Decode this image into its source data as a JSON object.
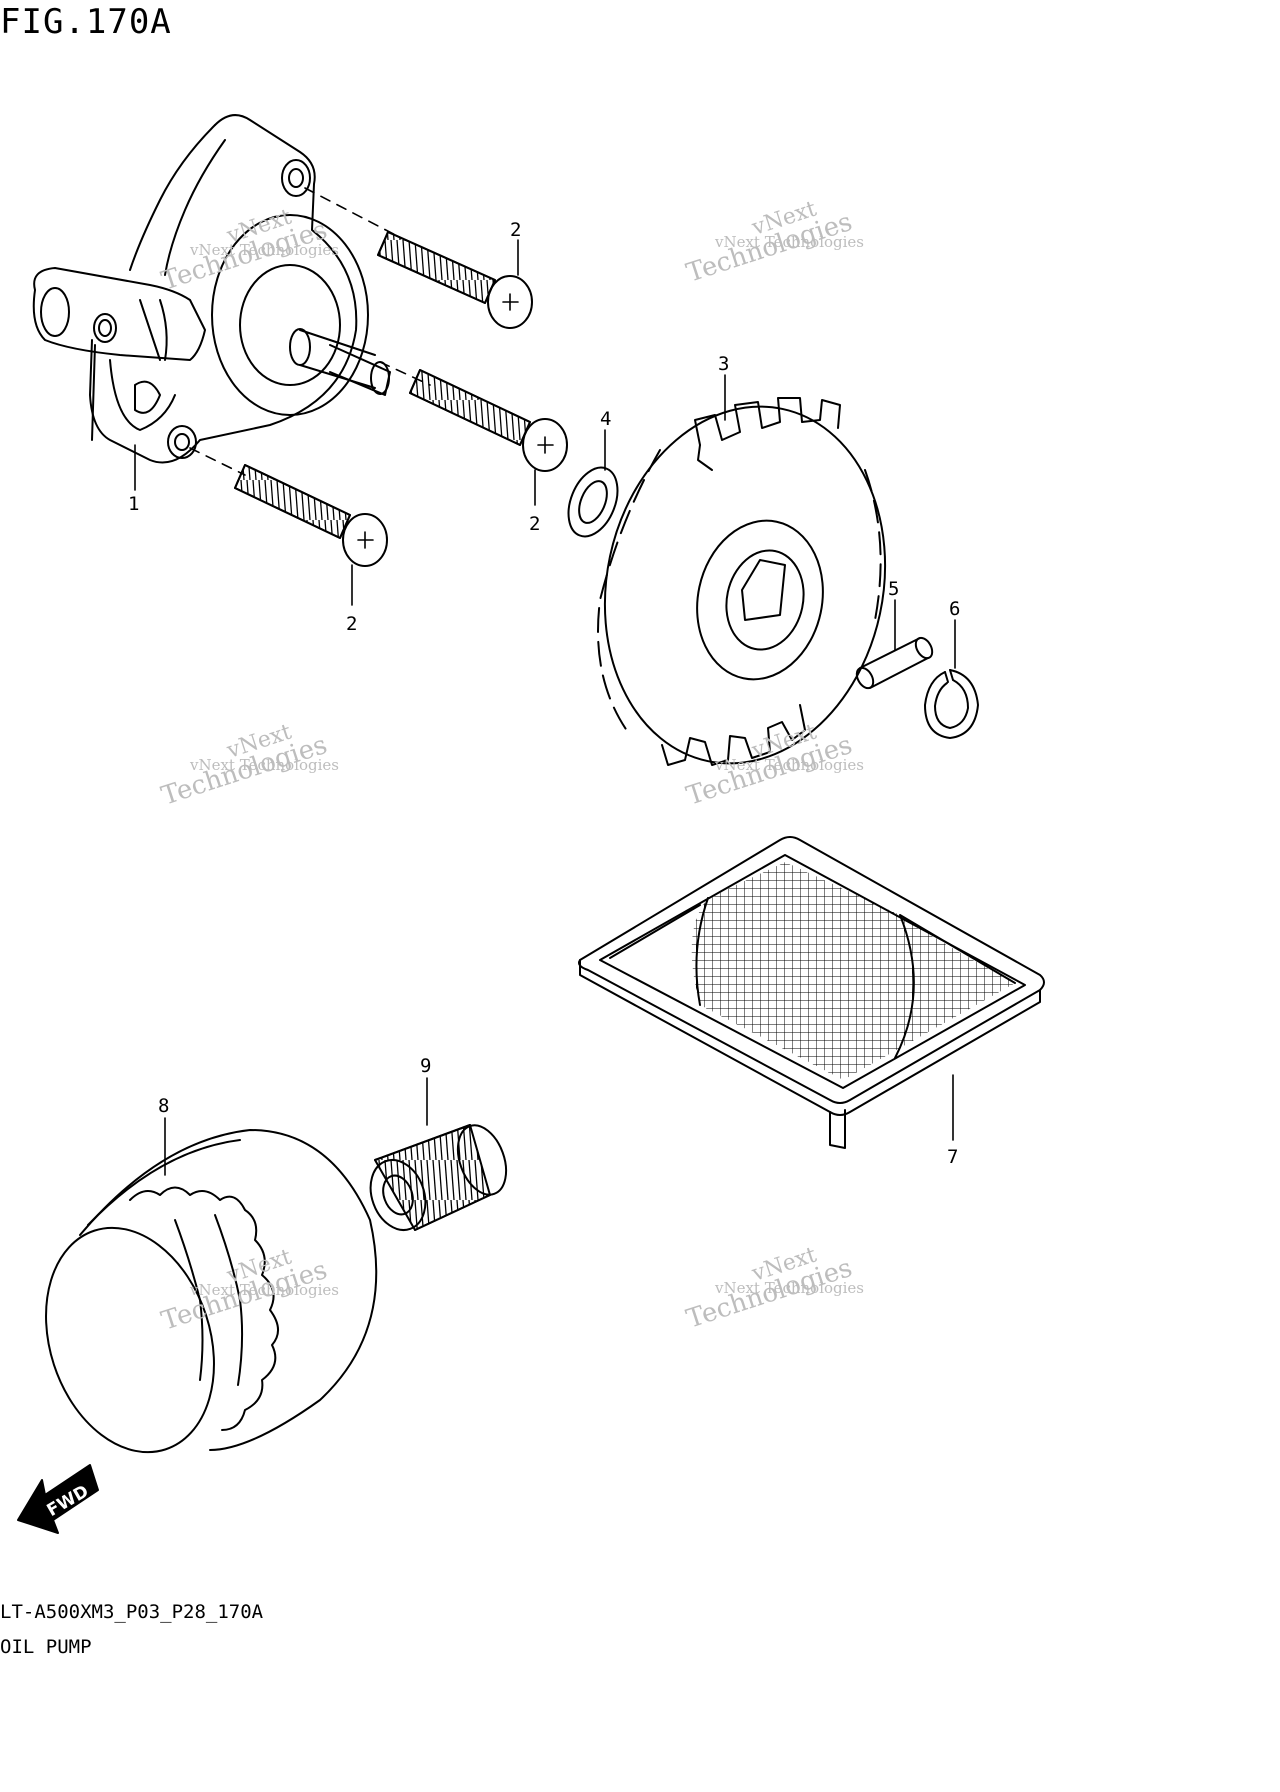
{
  "figure": {
    "title": "FIG.170A",
    "code": "LT-A500XM3_P03_P28_170A",
    "name": "OIL PUMP"
  },
  "fwd_label": "FWD",
  "watermark": {
    "line1": "vNext Technologies",
    "line2": "vNext",
    "line3": "Technologies"
  },
  "callouts": [
    "1",
    "2",
    "2",
    "2",
    "3",
    "4",
    "5",
    "6",
    "7",
    "8",
    "9"
  ],
  "colors": {
    "line": "#000000",
    "background": "#ffffff",
    "watermark": "#bdbdbd"
  }
}
